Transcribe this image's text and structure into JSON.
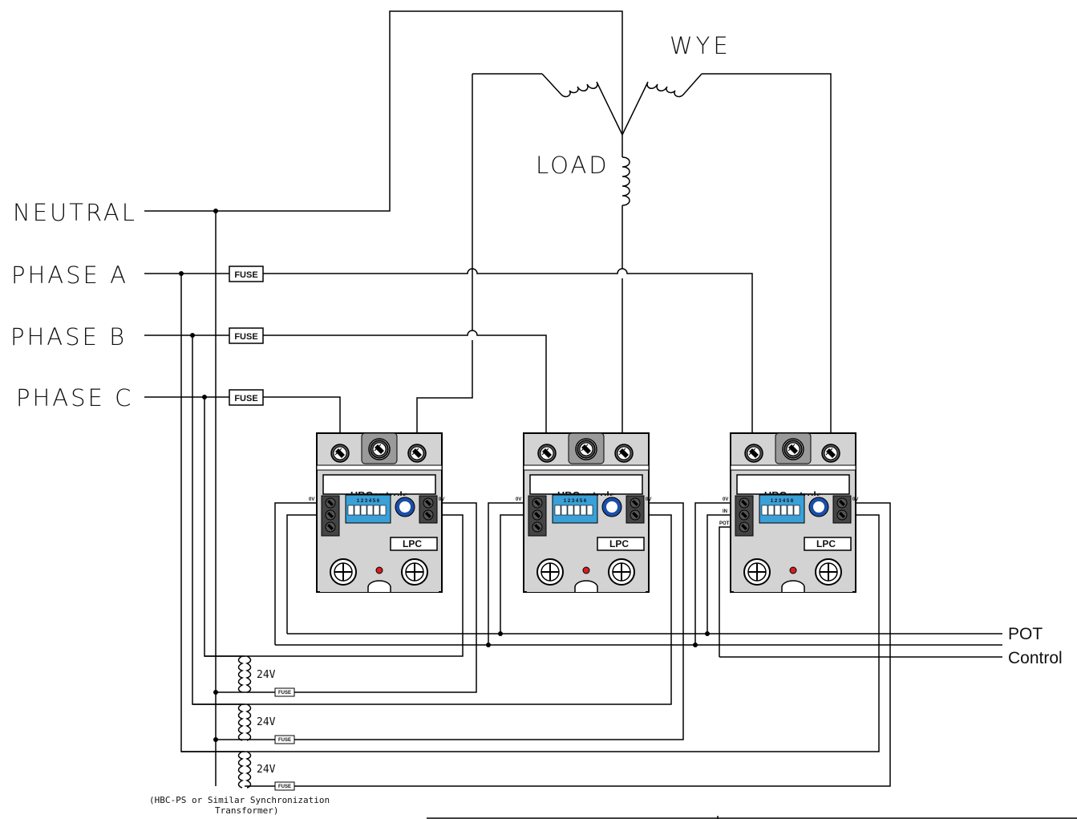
{
  "labels": {
    "wye": "WYE",
    "load": "LOAD",
    "neutral": "NEUTRAL",
    "phase_a": "PHASE A",
    "phase_b": "PHASE B",
    "phase_c": "PHASE C",
    "pot": "POT",
    "control": "Control"
  },
  "fuse_label": "FUSE",
  "transformers": [
    {
      "voltage": "24V"
    },
    {
      "voltage": "24V"
    },
    {
      "voltage": "24V"
    }
  ],
  "note": {
    "line1": "(HBC-PS or Similar Synchronization",
    "line2": "Transformer)"
  },
  "controllers": [
    {
      "model": "LPC",
      "brand": "HBControls",
      "dip_numbers": "1 2 3 4 5 6",
      "pin_left": "0V",
      "pin_right": "0V",
      "pin_in": "",
      "pin_pot": ""
    },
    {
      "model": "LPC",
      "brand": "HBControls",
      "dip_numbers": "1 2 3 4 5 6",
      "pin_left": "0V",
      "pin_right": "0V",
      "pin_in": "",
      "pin_pot": ""
    },
    {
      "model": "LPC",
      "brand": "HBControls",
      "dip_numbers": "1 2 3 4 5 6",
      "pin_left": "0V",
      "pin_right": "0V",
      "pin_in": "IN",
      "pin_pot": "POT"
    }
  ],
  "colors": {
    "wire": "#000000",
    "module_gray": "#d3d3d3",
    "dip_blue": "#3aa0d8",
    "knob_blue": "#1a4ea8",
    "led_red": "#d81e1e"
  }
}
